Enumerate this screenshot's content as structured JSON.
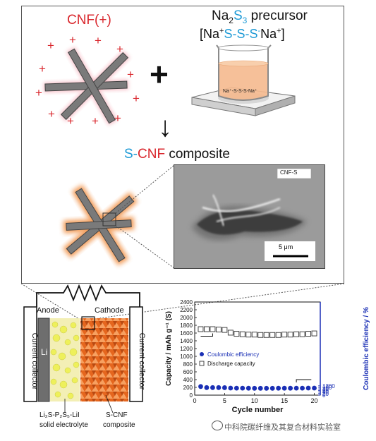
{
  "top": {
    "cnf_label": "CNF(+)",
    "plus_sign": "+",
    "charge_sign": "+",
    "precursor_title_base": "Na",
    "precursor_title_sub1": "2",
    "precursor_title_s": "S",
    "precursor_title_sub2": "3",
    "precursor_title_rest": " precursor",
    "precursor_formula_open": "[Na",
    "precursor_formula_plus1": "+",
    "precursor_formula_chain": "S-S-S",
    "precursor_formula_minus": "-",
    "precursor_formula_close": "Na",
    "precursor_formula_plus2": "+",
    "precursor_formula_bracket": "]",
    "beaker_label": "Na⁺-S-S-S-Na⁺",
    "arrow": "↓",
    "composite_s": "S-",
    "composite_cnf": "CNF",
    "composite_word": " composite",
    "sem_tag": "CNF-S",
    "scale_label": "5 μm"
  },
  "cell": {
    "anode": "Anode",
    "cathode": "Cathode",
    "collector_left": "Current collector",
    "collector_right": "Current collector",
    "li": "Li",
    "electrolyte_line1": "Li₂S-P₂S₅-LiI",
    "electrolyte_line2": "solid electrolyte",
    "cathode_line1": "S-CNF",
    "cathode_line2": "composite"
  },
  "colors": {
    "red": "#d9262c",
    "blue": "#1d9ad6",
    "orange": "#f08a3a",
    "rod": "#7a7a7a",
    "navy": "#1a2fb5"
  },
  "chart_data": {
    "type": "scatter",
    "xlabel": "Cycle number",
    "ylabel": "Capacity / mAh g⁻¹ (S)",
    "y2label": "Coulombic efficiency / %",
    "xlim": [
      0,
      21
    ],
    "ylim": [
      0,
      2400
    ],
    "y2lim": [
      0,
      1200
    ],
    "xticks": [
      0,
      5,
      10,
      15,
      20
    ],
    "yticks": [
      0,
      200,
      400,
      600,
      800,
      1000,
      1200,
      1400,
      1600,
      1800,
      2000,
      2200,
      2400
    ],
    "y2ticks": [
      0,
      20,
      40,
      60,
      80,
      100,
      120
    ],
    "y2ticklabels": [
      "0",
      "20",
      "40",
      "60",
      "80",
      "100",
      "1200"
    ],
    "legend_position": "middle-left",
    "series": [
      {
        "name": "Coulombic efficiency",
        "axis": "right",
        "marker": "filled-circle",
        "x": [
          1,
          2,
          3,
          4,
          5,
          6,
          7,
          8,
          9,
          10,
          11,
          12,
          13,
          14,
          15,
          16,
          17,
          18,
          19,
          20
        ],
        "values": [
          111,
          97,
          97,
          97,
          96,
          91,
          90,
          90,
          89,
          88,
          88,
          88,
          88,
          89,
          89,
          89,
          90,
          90,
          91,
          91
        ]
      },
      {
        "name": "Discharge capacity",
        "axis": "left",
        "marker": "open-square",
        "x": [
          1,
          2,
          3,
          4,
          5,
          6,
          7,
          8,
          9,
          10,
          11,
          12,
          13,
          14,
          15,
          16,
          17,
          18,
          19,
          20
        ],
        "values": [
          1700,
          1700,
          1700,
          1690,
          1680,
          1610,
          1580,
          1570,
          1560,
          1560,
          1550,
          1550,
          1550,
          1550,
          1560,
          1560,
          1570,
          1570,
          1580,
          1590
        ]
      }
    ]
  },
  "watermark": "中科院碳纤维及其复合材料实验室"
}
